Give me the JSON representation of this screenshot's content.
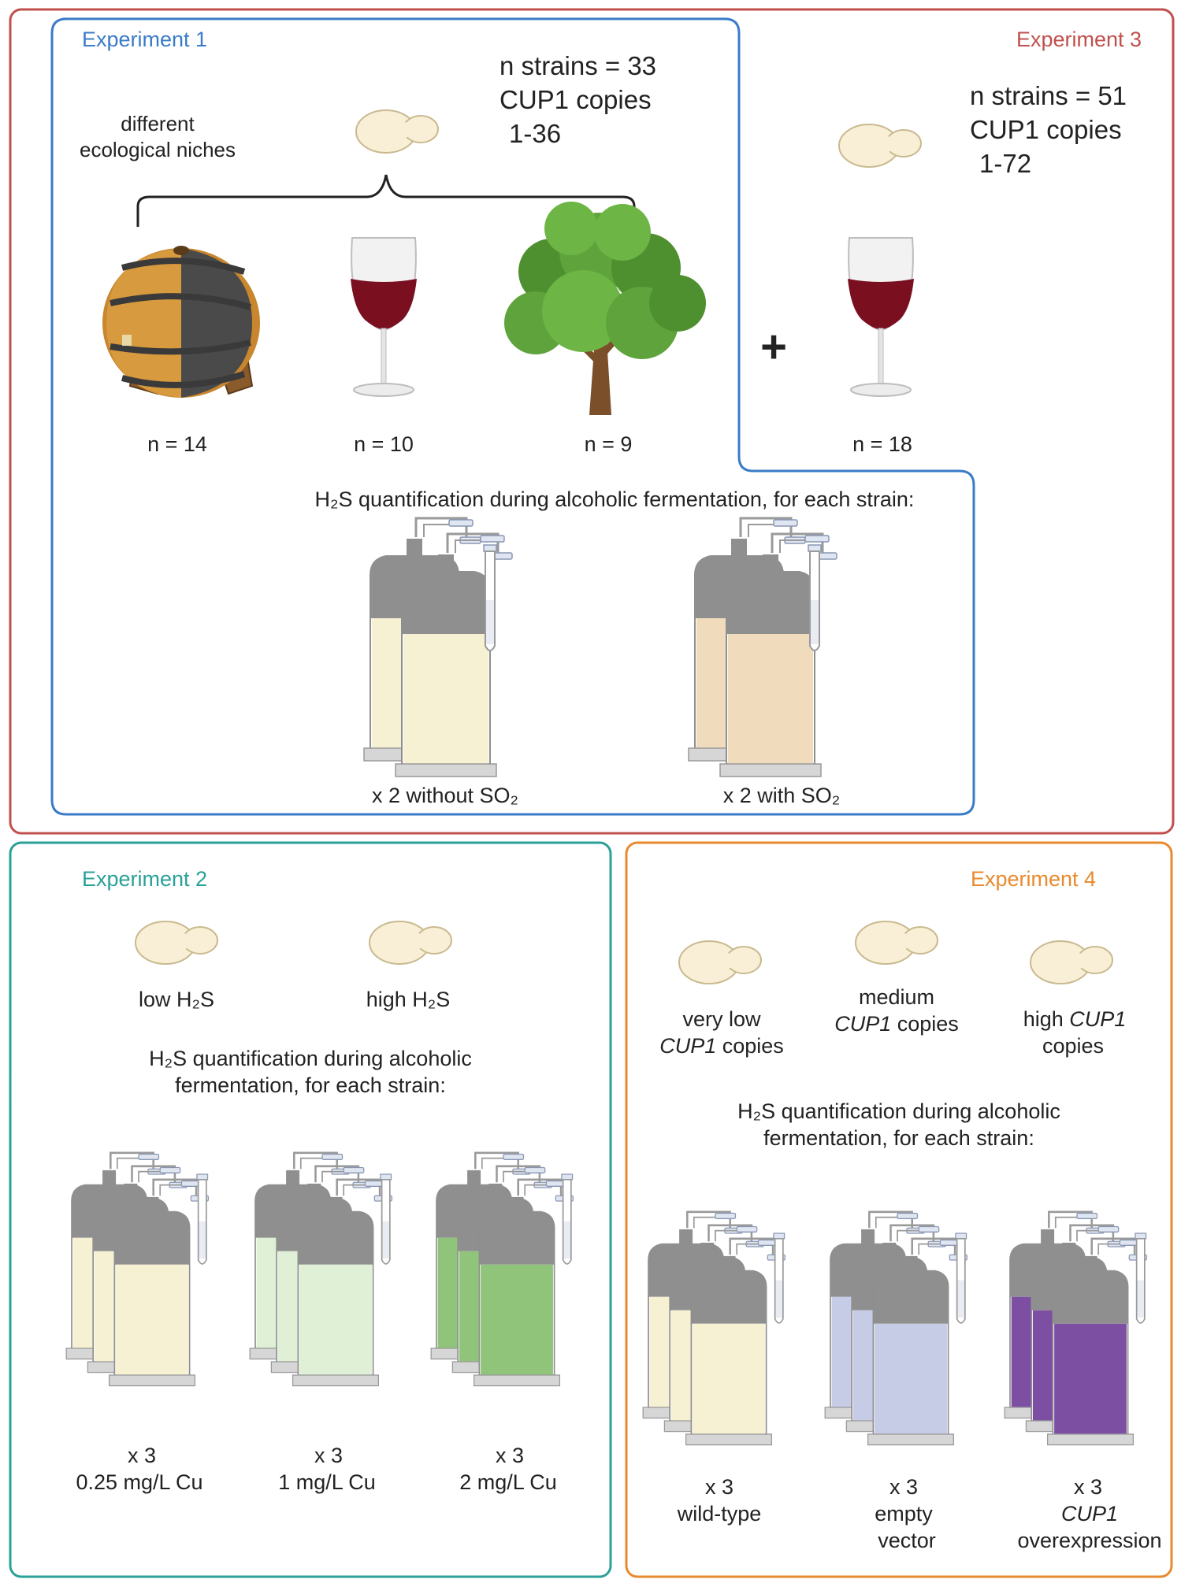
{
  "colors": {
    "exp1": "#3a7bc8",
    "exp3": "#c0504d",
    "exp2": "#2aa198",
    "exp4": "#e88a2e",
    "yeast_fill": "#f8efd6",
    "yeast_stroke": "#c9b98f",
    "liquid_plain": "#f7f1d3",
    "liquid_so2": "#f0dcbc",
    "liquid_cu1": "#dff0d6",
    "liquid_cu2": "#8fc47a",
    "liquid_ev": "#c6cbe6",
    "liquid_oe": "#7d4fa3",
    "wine": "#7a0f1f",
    "tree": "#5fa33c",
    "barrel": "#c8862e"
  },
  "exp1": {
    "title": "Experiment 1",
    "strains": "n strains = 33",
    "cup1_line1": "CUP1 copies",
    "cup1_line2": "1-36",
    "niches_line1": "different",
    "niches_line2": "ecological niches",
    "n_barrel": "n = 14",
    "n_wine": "n = 10",
    "n_tree": "n = 9",
    "plus": "+",
    "quant_title": "H₂S quantification during alcoholic fermentation, for each strain:",
    "cond_a": "x 2 without SO₂",
    "cond_b": "x 2 with SO₂"
  },
  "exp3": {
    "title": "Experiment 3",
    "strains": "n strains = 51",
    "cup1_line1": "CUP1 copies",
    "cup1_line2": "1-72",
    "n_wine": "n = 18"
  },
  "exp2": {
    "title": "Experiment 2",
    "yeast_low": "low H₂S",
    "yeast_high": "high H₂S",
    "quant_line1": "H₂S quantification during alcoholic",
    "quant_line2": "fermentation, for each strain:",
    "conds": [
      {
        "line1": "x 3",
        "line2": "0.25 mg/L Cu"
      },
      {
        "line1": "x 3",
        "line2": "1 mg/L Cu"
      },
      {
        "line1": "x 3",
        "line2": "2 mg/L Cu"
      }
    ]
  },
  "exp4": {
    "title": "Experiment 4",
    "y1_line1": "very low",
    "y1_italic": "CUP1",
    "y1_rest": " copies",
    "y2_line1": "medium",
    "y2_italic": "CUP1",
    "y2_rest": " copies",
    "y3_prefix": "high ",
    "y3_italic": "CUP1",
    "y3_line2": "copies",
    "quant_line1": "H₂S quantification during alcoholic",
    "quant_line2": "fermentation, for each strain:",
    "conds": [
      {
        "line1": "x 3",
        "line2": "wild-type",
        "line3": ""
      },
      {
        "line1": "x 3",
        "line2": "empty",
        "line3": "vector"
      },
      {
        "line1": "x 3",
        "line2": "CUP1",
        "line3": "overexpression"
      }
    ]
  }
}
